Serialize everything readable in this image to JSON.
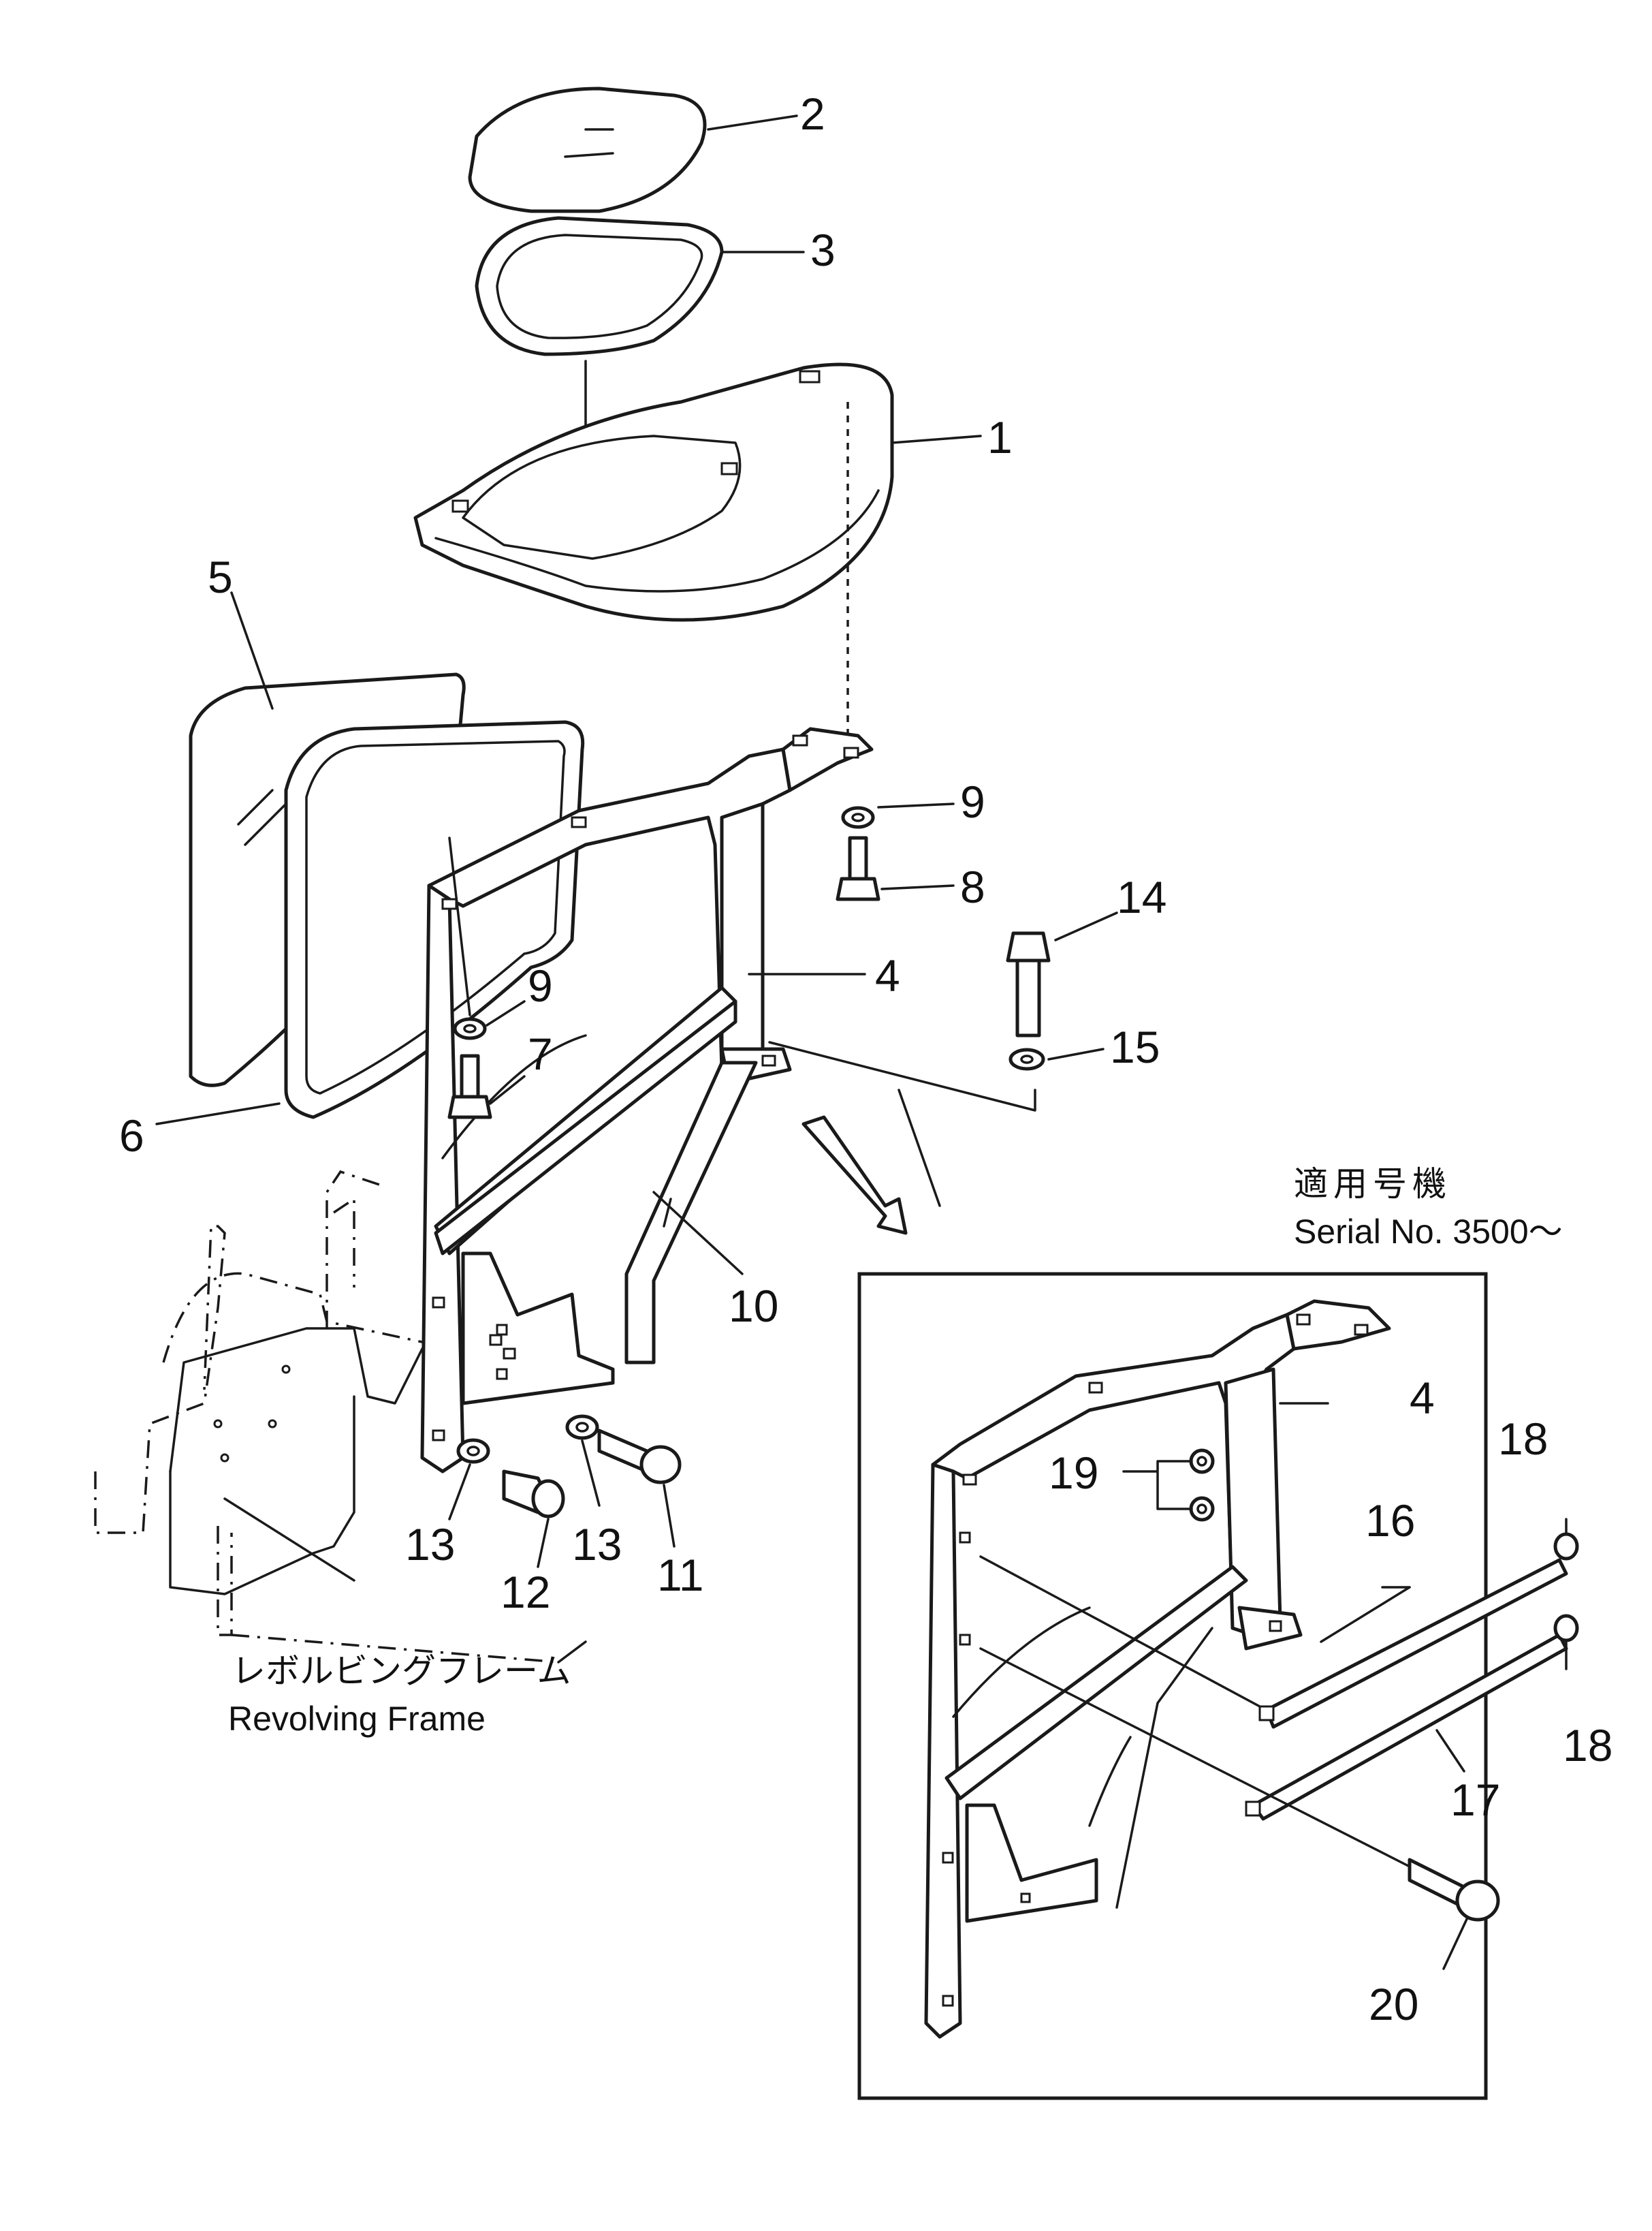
{
  "callouts": [
    {
      "id": "c2",
      "text": "2"
    },
    {
      "id": "c3",
      "text": "3"
    },
    {
      "id": "c1",
      "text": "1"
    },
    {
      "id": "c5",
      "text": "5"
    },
    {
      "id": "c6",
      "text": "6"
    },
    {
      "id": "c9a",
      "text": "9"
    },
    {
      "id": "c8",
      "text": "8"
    },
    {
      "id": "c14",
      "text": "14"
    },
    {
      "id": "c4a",
      "text": "4"
    },
    {
      "id": "c9b",
      "text": "9"
    },
    {
      "id": "c7",
      "text": "7"
    },
    {
      "id": "c15",
      "text": "15"
    },
    {
      "id": "c10",
      "text": "10"
    },
    {
      "id": "c13a",
      "text": "13"
    },
    {
      "id": "c12",
      "text": "12"
    },
    {
      "id": "c13b",
      "text": "13"
    },
    {
      "id": "c11",
      "text": "11"
    },
    {
      "id": "c4b",
      "text": "4"
    },
    {
      "id": "c18a",
      "text": "18"
    },
    {
      "id": "c19",
      "text": "19"
    },
    {
      "id": "c16",
      "text": "16"
    },
    {
      "id": "c18b",
      "text": "18"
    },
    {
      "id": "c17",
      "text": "17"
    },
    {
      "id": "c20",
      "text": "20"
    }
  ],
  "inset": {
    "applicability_jp": "適用号機",
    "serial": "Serial No. 3500～"
  },
  "frame_note": {
    "jp": "レボルビングフレーム",
    "en": "Revolving Frame"
  },
  "colors": {
    "ink": "#1a1a1a",
    "paper": "#ffffff"
  }
}
